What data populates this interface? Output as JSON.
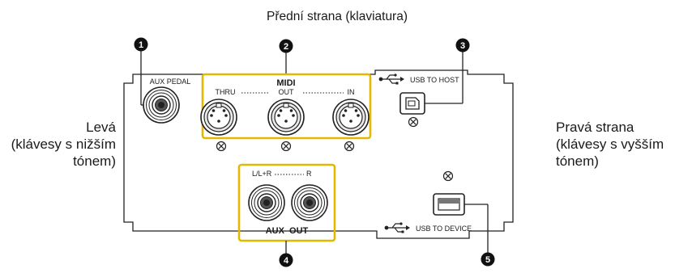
{
  "diagram": {
    "top_label": "Přední strana (klaviatura)",
    "left_label": [
      "Levá",
      "(klávesy s nižším",
      "tónem)"
    ],
    "right_label": [
      "Pravá strana",
      "(klávesy s vyšším",
      "tónem)"
    ],
    "callouts": [
      "1",
      "2",
      "3",
      "4",
      "5"
    ],
    "ports": {
      "aux_pedal": "AUX PEDAL",
      "midi": {
        "title": "MIDI",
        "thru": "THRU",
        "out": "OUT",
        "in": "IN"
      },
      "usb_to_host": "USB TO HOST",
      "aux_out": {
        "left": "L/L+R",
        "right": "R",
        "title": "AUX  OUT"
      },
      "usb_to_device": "USB TO DEVICE"
    }
  }
}
